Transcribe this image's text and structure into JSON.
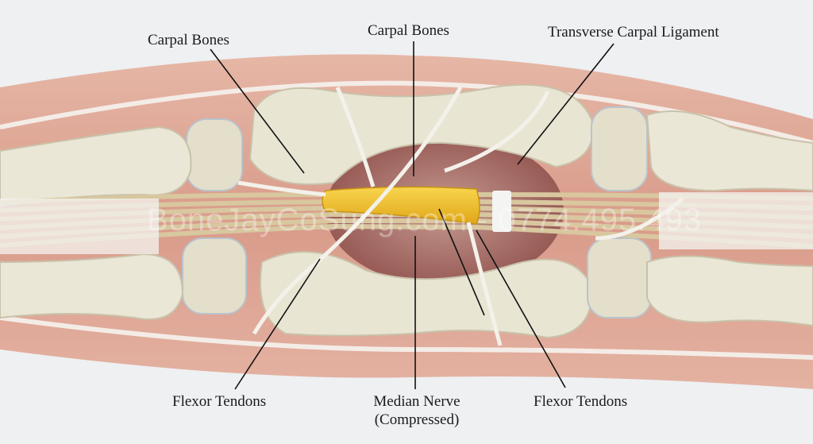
{
  "labels": {
    "carpal_bones_left": "Carpal Bones",
    "carpal_bones_center": "Carpal Bones",
    "transverse_ligament": "Transverse Carpal Ligament",
    "flexor_tendons_left": "Flexor Tendons",
    "median_nerve": "Median Nerve",
    "median_nerve_note": "(Compressed)",
    "flexor_tendons_right": "Flexor Tendons"
  },
  "watermark": "BoneJayCoSung.com - 0774.495.493",
  "colors": {
    "background": "#eef0f2",
    "skin": "#e2ad9c",
    "bone": "#e9e5d3",
    "nerve": "#f0c12e",
    "tendon": "#d8c79f",
    "cavity": "#9c5a55"
  }
}
